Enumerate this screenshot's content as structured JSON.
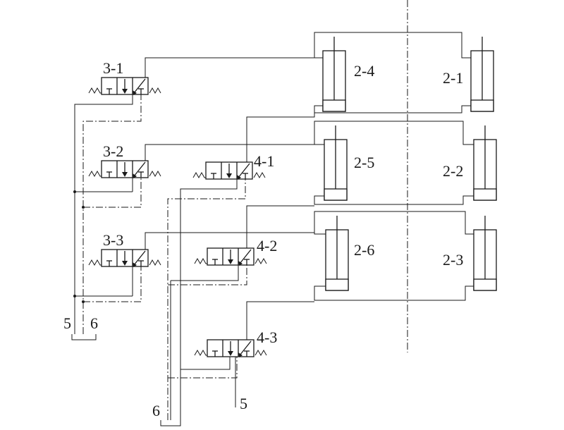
{
  "labels": {
    "valve_3_1": "3-1",
    "valve_3_2": "3-2",
    "valve_3_3": "3-3",
    "valve_4_1": "4-1",
    "valve_4_2": "4-2",
    "valve_4_3": "4-3",
    "cyl_2_1": "2-1",
    "cyl_2_2": "2-2",
    "cyl_2_3": "2-3",
    "cyl_2_4": "2-4",
    "cyl_2_5": "2-5",
    "cyl_2_6": "2-6",
    "port_left_5": "5",
    "port_left_6": "6",
    "port_bottom_6": "6",
    "port_bottom_5": "5"
  }
}
